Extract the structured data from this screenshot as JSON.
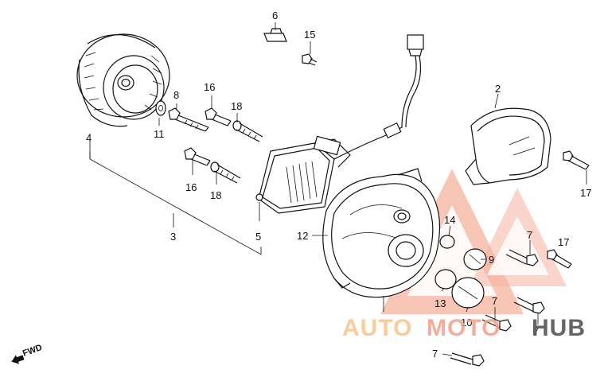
{
  "callouts": {
    "c2": "2",
    "c3": "3",
    "c4": "4",
    "c5": "5",
    "c6": "6",
    "c7a": "7",
    "c7b": "7",
    "c7c": "7",
    "c7d": "7",
    "c8": "8",
    "c9": "9",
    "c10": "10",
    "c11": "11",
    "c12": "12",
    "c13": "13",
    "c14": "14",
    "c15": "15",
    "c16a": "16",
    "c16b": "16",
    "c17a": "17",
    "c17b": "17",
    "c18a": "18",
    "c18b": "18"
  },
  "direction_mark": "FWD",
  "watermark": {
    "text_part1": "AUTO",
    "text_part2": "MOTO",
    "text_part3": "HUB",
    "color_primary": "#f2a08a",
    "color_secondary": "#f7c48a",
    "color_dark": "#555555"
  }
}
